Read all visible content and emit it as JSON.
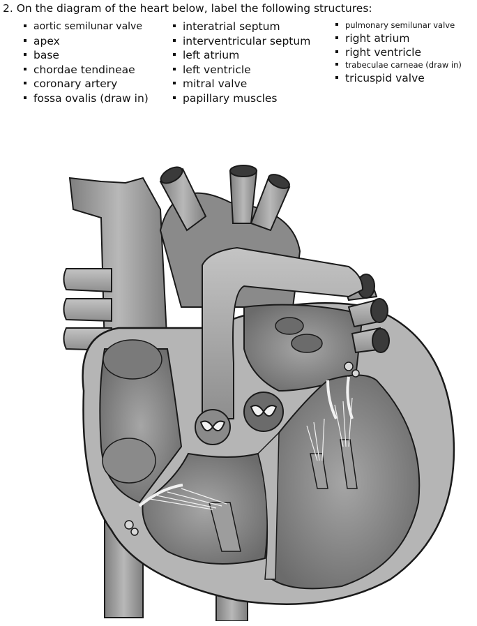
{
  "question": {
    "number": "2.",
    "text": "On the diagram of the heart below, label the following structures:"
  },
  "structures": {
    "column1": [
      "aortic semilunar valve",
      "apex",
      "base",
      "chordae tendineae",
      "coronary artery",
      "fossa ovalis (draw in)"
    ],
    "column2": [
      "interatrial septum",
      "interventricular septum",
      "left atrium",
      "left ventricle",
      "mitral valve",
      "papillary muscles"
    ],
    "column3": [
      "pulmonary semilunar valve",
      "right atrium",
      "right ventricle",
      "trabeculae carneae (draw in)",
      "tricuspid valve"
    ]
  },
  "diagram": {
    "palette": {
      "outline": "#1a1a1a",
      "vessel": "#9a9a9a",
      "vessel_dark": "#6e6e6e",
      "chamber": "#8c8c8c",
      "wall": "#b3b3b3",
      "valve": "#f2f2f2"
    }
  }
}
